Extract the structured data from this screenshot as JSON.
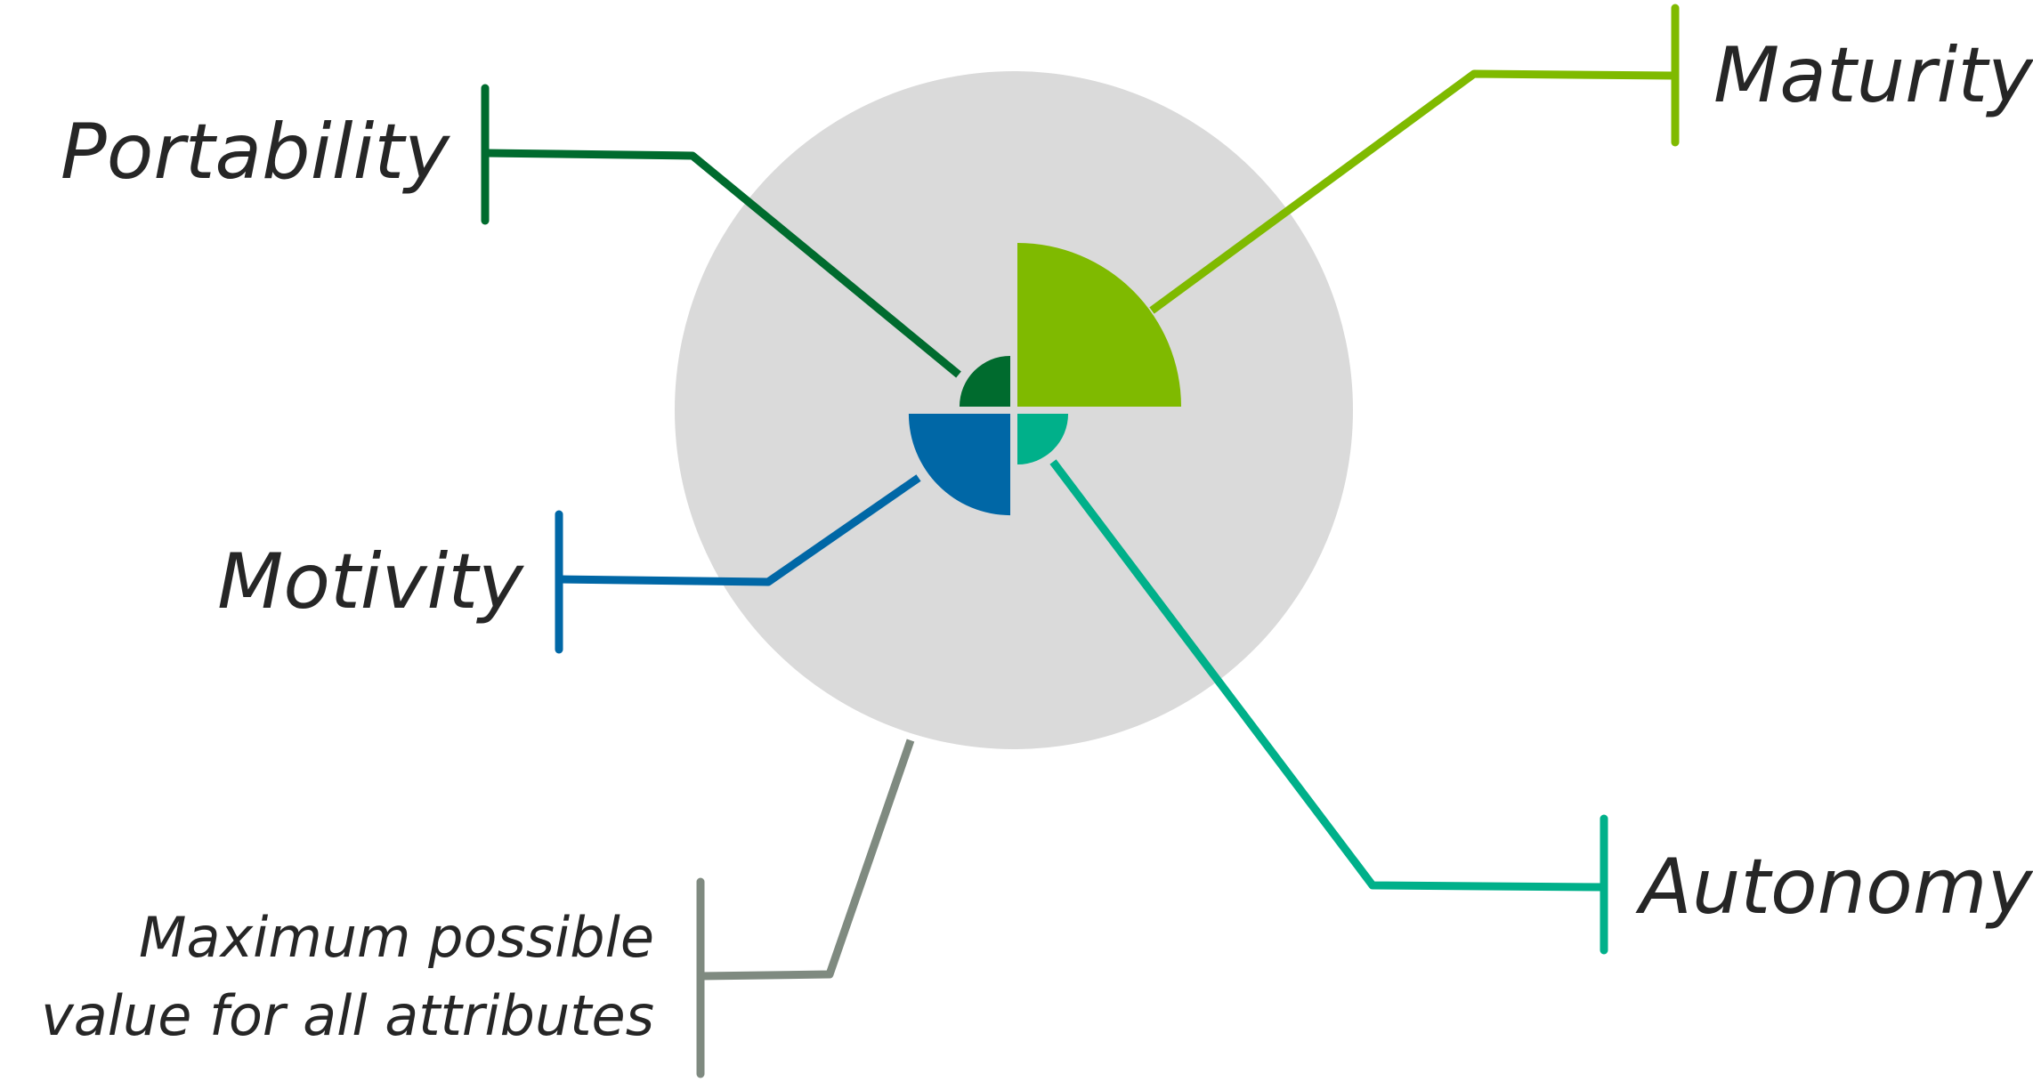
{
  "labels": {
    "portability": "Portability",
    "maturity": "Maturity",
    "motivity": "Motivity",
    "autonomy": "Autonomy",
    "max_line1": "Maximum possible",
    "max_line2": "value for all attributes"
  },
  "colors": {
    "portability": "#006b2e",
    "maturity": "#7fba00",
    "motivity": "#0067a6",
    "autonomy": "#00b08a",
    "max": "#7f8a80",
    "circle": "#dadada",
    "text": "#262626"
  },
  "attributes": [
    {
      "key": "portability",
      "relative_value": 0.31
    },
    {
      "key": "maturity",
      "relative_value": 1.0
    },
    {
      "key": "motivity",
      "relative_value": 0.62
    },
    {
      "key": "autonomy",
      "relative_value": 0.31
    }
  ]
}
